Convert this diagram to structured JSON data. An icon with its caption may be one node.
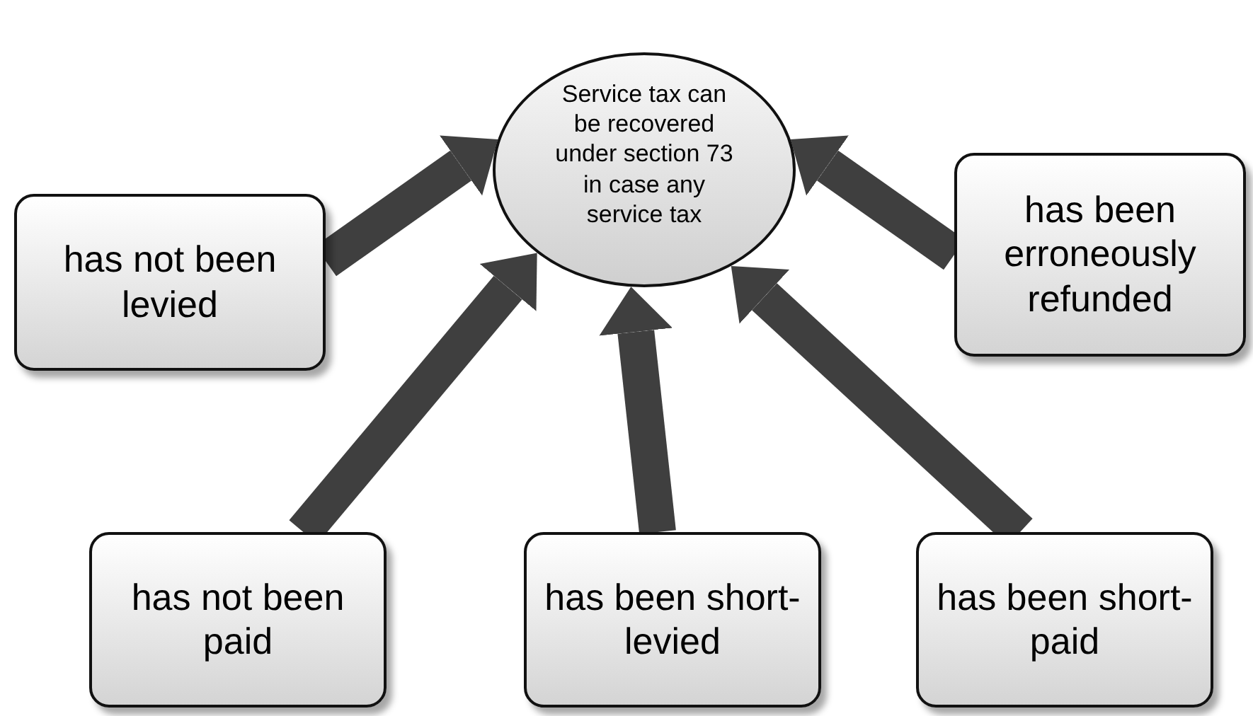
{
  "diagram": {
    "nodes": [
      {
        "text": [
          "Service tax can be recovered under section 73 in case any service tax"
        ]
      },
      {
        "text": [
          "has not been levied"
        ]
      },
      {
        "text": [
          "has been erroneously refunded"
        ]
      },
      {
        "text": [
          "has not been paid"
        ]
      },
      {
        "text": [
          "has been short-levied"
        ]
      },
      {
        "text": [
          "has been short-paid"
        ]
      }
    ],
    "edges": [
      {
        "from": 1,
        "to": 0,
        "arrow": "to"
      },
      {
        "from": 2,
        "to": 0,
        "arrow": "to"
      },
      {
        "from": 3,
        "to": 0,
        "arrow": "to"
      },
      {
        "from": 4,
        "to": 0,
        "arrow": "to"
      },
      {
        "from": 5,
        "to": 0,
        "arrow": "to"
      }
    ]
  }
}
